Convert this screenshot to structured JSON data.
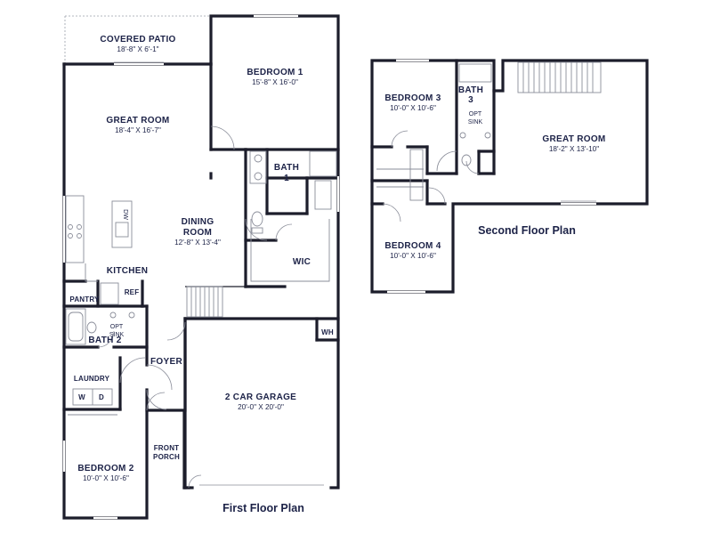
{
  "first_floor": {
    "title": "First Floor Plan",
    "rooms": {
      "covered_patio": {
        "name": "COVERED PATIO",
        "dims": "18'-8\" X 6'-1\""
      },
      "bedroom_1": {
        "name": "BEDROOM 1",
        "dims": "15'-8\" X 16'-0\""
      },
      "great_room": {
        "name": "GREAT ROOM",
        "dims": "18'-4\" X 16'-7\""
      },
      "bath_1": {
        "name_line1": "BATH",
        "name_line2": "1"
      },
      "dining_room": {
        "name_line1": "DINING",
        "name_line2": "ROOM",
        "dims": "12'-8\" X 13'-4\""
      },
      "wic": {
        "name": "WIC"
      },
      "kitchen": {
        "name": "KITCHEN"
      },
      "pantry": {
        "name": "PANTRY"
      },
      "ref": {
        "name": "REF"
      },
      "dw": {
        "name": "DW"
      },
      "opt_sink": {
        "line1": "OPT",
        "line2": "SINK"
      },
      "bath_2": {
        "name": "BATH 2"
      },
      "wh": {
        "name": "WH"
      },
      "foyer": {
        "name": "FOYER"
      },
      "laundry": {
        "name": "LAUNDRY",
        "washer": "W",
        "dryer": "D"
      },
      "garage": {
        "name": "2 CAR GARAGE",
        "dims": "20'-0\" X 20'-0\""
      },
      "front_porch": {
        "name_line1": "FRONT",
        "name_line2": "PORCH"
      },
      "bedroom_2": {
        "name": "BEDROOM 2",
        "dims": "10'-0\" X 10'-6\""
      }
    }
  },
  "second_floor": {
    "title": "Second Floor Plan",
    "rooms": {
      "bedroom_3": {
        "name": "BEDROOM 3",
        "dims": "10'-0\" X 10'-6\""
      },
      "bath_3": {
        "name_line1": "BATH",
        "name_line2": "3"
      },
      "opt_sink": {
        "line1": "OPT",
        "line2": "SINK"
      },
      "great_room": {
        "name": "GREAT ROOM",
        "dims": "18'-2\" X 13'-10\""
      },
      "bedroom_4": {
        "name": "BEDROOM 4",
        "dims": "10'-0\" X 10'-6\""
      }
    }
  },
  "colors": {
    "wall": "#1c1d2b",
    "text": "#1c2247",
    "fixture": "#8a8d99",
    "background": "#ffffff"
  }
}
